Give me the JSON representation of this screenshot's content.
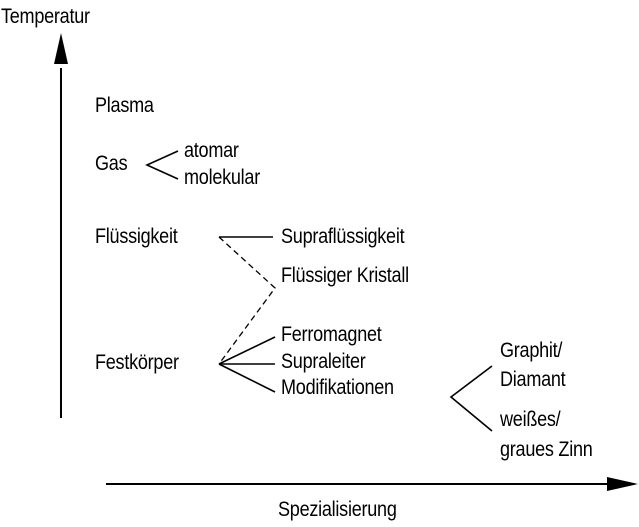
{
  "axes": {
    "y_label": "Temperatur",
    "x_label": "Spezialisierung"
  },
  "nodes": {
    "plasma": "Plasma",
    "gas": "Gas",
    "gas_atomar": "atomar",
    "gas_molekular": "molekular",
    "fluessigkeit": "Flüssigkeit",
    "suprafluessigkeit": "Supraflüssigkeit",
    "fluessiger_kristall": "Flüssiger Kristall",
    "festkoerper": "Festkörper",
    "ferromagnet": "Ferromagnet",
    "supraleiter": "Supraleiter",
    "modifikationen": "Modifikationen",
    "graphit": "Graphit/",
    "diamant": "Diamant",
    "weisses": "weißes/",
    "graues_zinn": "graues Zinn"
  },
  "colors": {
    "ink": "#000000",
    "background": "#ffffff"
  }
}
